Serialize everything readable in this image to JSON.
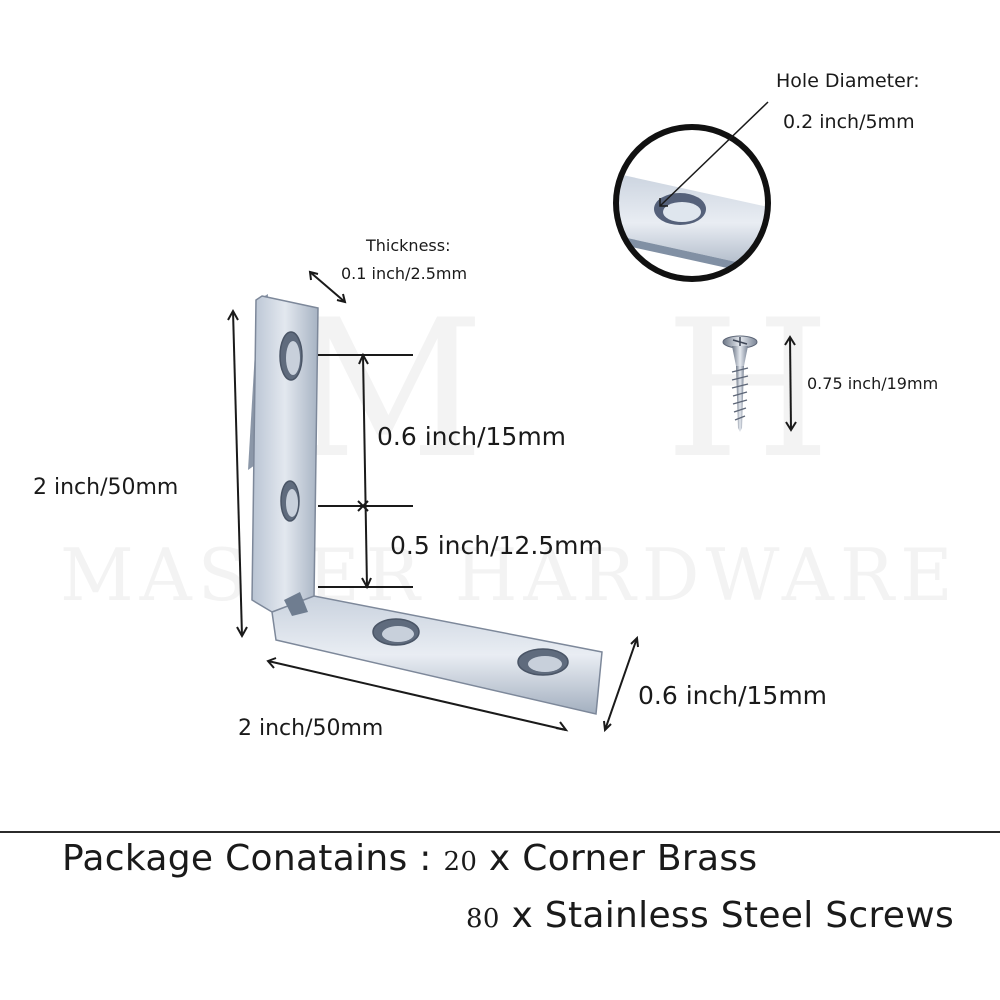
{
  "hole": {
    "title": "Hole Diameter:",
    "value": "0.2 inch/5mm"
  },
  "thickness": {
    "title": "Thickness:",
    "value": "0.1 inch/2.5mm"
  },
  "screw_length": "0.75 inch/19mm",
  "hole_spacing": "0.6 inch/15mm",
  "edge_offset": "0.5 inch/12.5mm",
  "height": "2 inch/50mm",
  "width": "2 inch/50mm",
  "leg_width": "0.6 inch/15mm",
  "package": {
    "label": "Package Conatains :",
    "line1_qty": "20",
    "line1_sep": "x",
    "line1_item": "Corner Brass",
    "line2_qty": "80",
    "line2_sep": "x",
    "line2_item": "Stainless Steel Screws"
  },
  "watermark": {
    "monogram": "M H",
    "text": "MASTER HARDWARE"
  },
  "colors": {
    "metal_light": "#dfe5ee",
    "metal_mid": "#aab6c6",
    "metal_dark": "#6f7d90",
    "line": "#1a1a1a"
  }
}
